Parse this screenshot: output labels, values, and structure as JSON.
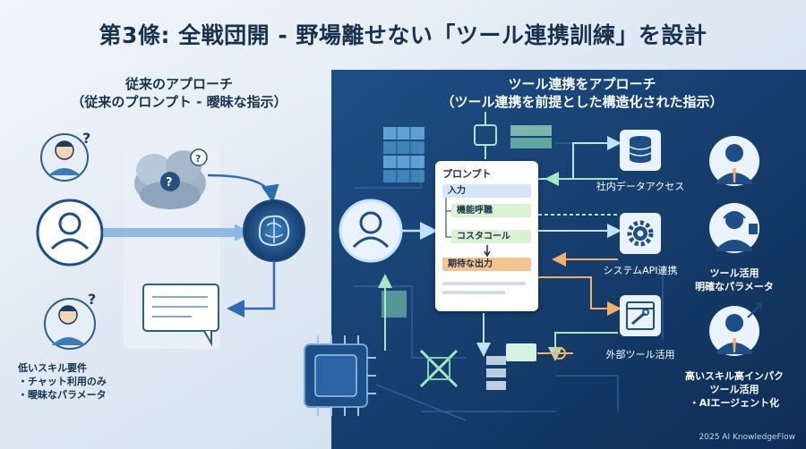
{
  "title": "第3條: 全戦団開 - 野場離せない「ツール連携訓練」を設計",
  "left_panel": {
    "title_line1": "従来のアプローチ",
    "title_line2": "（従来のプロンプト - 曖昧な指示）",
    "low_skill": {
      "heading": "低いスキル要件",
      "items": [
        "・チャット利用のみ",
        "・曖昧なパラメータ"
      ]
    }
  },
  "right_panel": {
    "title_line1": "ツール連携をアプローチ",
    "title_line2": "（ツール連携を前提とした構造化された指示）",
    "prompt": {
      "title": "プロンプト",
      "input": "入力",
      "function_call": "機能呼職",
      "costa_call": "コスタコール",
      "expected_output": "期待な出力"
    },
    "tools": [
      {
        "label": "社内データアクセス",
        "icon": "database-icon"
      },
      {
        "label": "システムAPI連携",
        "icon": "gear-icon"
      },
      {
        "label": "外部ツール活用",
        "icon": "tool-window-icon"
      }
    ],
    "roles": [
      {
        "lines": [
          "ツール活用",
          "明確なパラメータ"
        ]
      },
      {
        "lines": [
          "高いスキル高インパク",
          "ツール活用",
          "・AIエージェント化"
        ]
      }
    ]
  },
  "footer": "2025 AI KnowledgeFlow",
  "colors": {
    "navy": "#16324f",
    "panel": "#173e6e",
    "accent_orange": "#f4b06a",
    "accent_green": "#cfe7c7",
    "accent_teal": "#7fd1b0"
  }
}
